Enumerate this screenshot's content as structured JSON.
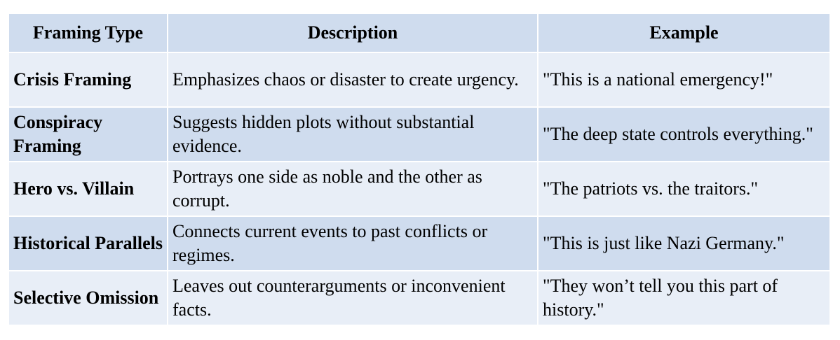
{
  "table": {
    "headers": [
      "Framing Type",
      "Description",
      "Example"
    ],
    "rows": [
      {
        "type": "Crisis Framing",
        "description": "Emphasizes chaos or disaster to create urgency.",
        "example": "\"This is a national emergency!\""
      },
      {
        "type": "Conspiracy Framing",
        "description": "Suggests hidden plots without substantial evidence.",
        "example": "\"The deep state controls everything.\""
      },
      {
        "type": "Hero vs. Villain",
        "description": "Portrays one side as noble and the other as corrupt.",
        "example": "\"The patriots vs. the traitors.\""
      },
      {
        "type": "Historical Parallels",
        "description": "Connects current events to past conflicts or regimes.",
        "example": "\"This is just like Nazi Germany.\""
      },
      {
        "type": "Selective Omission",
        "description": "Leaves out counterarguments or inconvenient facts.",
        "example": "\"They won’t tell you this part of history.\""
      }
    ]
  },
  "colors": {
    "header_bg": "#cfdcee",
    "row_light_bg": "#e8eef7",
    "row_dark_bg": "#cfdcee",
    "border": "#ffffff",
    "text": "#000000"
  }
}
